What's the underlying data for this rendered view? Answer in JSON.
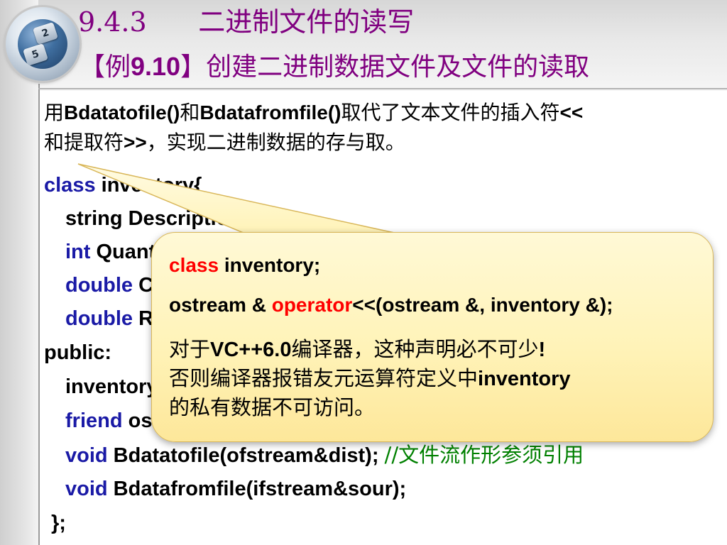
{
  "header": {
    "section_number": "9.4.3",
    "section_title": "二进制文件的读写",
    "example_open": "【例",
    "example_number": "9.10",
    "example_close": "】",
    "example_title": "创建二进制数据文件及文件的读取"
  },
  "logo": {
    "keys": [
      "2",
      "5"
    ],
    "icon": "telephone-keypad-icon"
  },
  "description": {
    "p1": "用",
    "fn1": "Bdatatofile()",
    "p2": "和",
    "fn2": "Bdatafromfile()",
    "p3": "取代了文本文件的插入符",
    "op1": "<<",
    "p4": "和提取符",
    "op2": ">>",
    "p5": "，实现二进制数据的存与取。"
  },
  "code": {
    "l1_kw": "class",
    "l1_rest": " inventory{",
    "l2": "string Description;",
    "l3_kw": "int",
    "l3_rest": " Quantity;",
    "l4_kw": "double",
    "l4_rest": " Cost;",
    "l5_kw": "double",
    "l5_rest": " Retail;",
    "l6": "public:",
    "l7": "inventory(",
    "l8_kw": "friend",
    "l8_rest": " ostream&",
    "l9_kw": "void",
    "l9_rest": " Bdatatofile(ofstream&dist); ",
    "l9_comment": "//文件流作形参须引用",
    "l10_kw": "void",
    "l10_rest": " Bdatafromfile(ifstream&sour);",
    "l11": "};"
  },
  "callout": {
    "line1_kw": "class",
    "line1_rest": " inventory;",
    "line2_a": "ostream & ",
    "line2_kw": "operator",
    "line2_b": "<<(ostream &, inventory &);",
    "line3_a": "对于",
    "line3_b": "VC++6.0",
    "line3_c": "编译器，这种声明必不可少",
    "line3_d": "!",
    "line4_a": "否则编译器报错友元运算符定义中",
    "line4_b": "inventory",
    "line5": "的私有数据不可访问。"
  }
}
